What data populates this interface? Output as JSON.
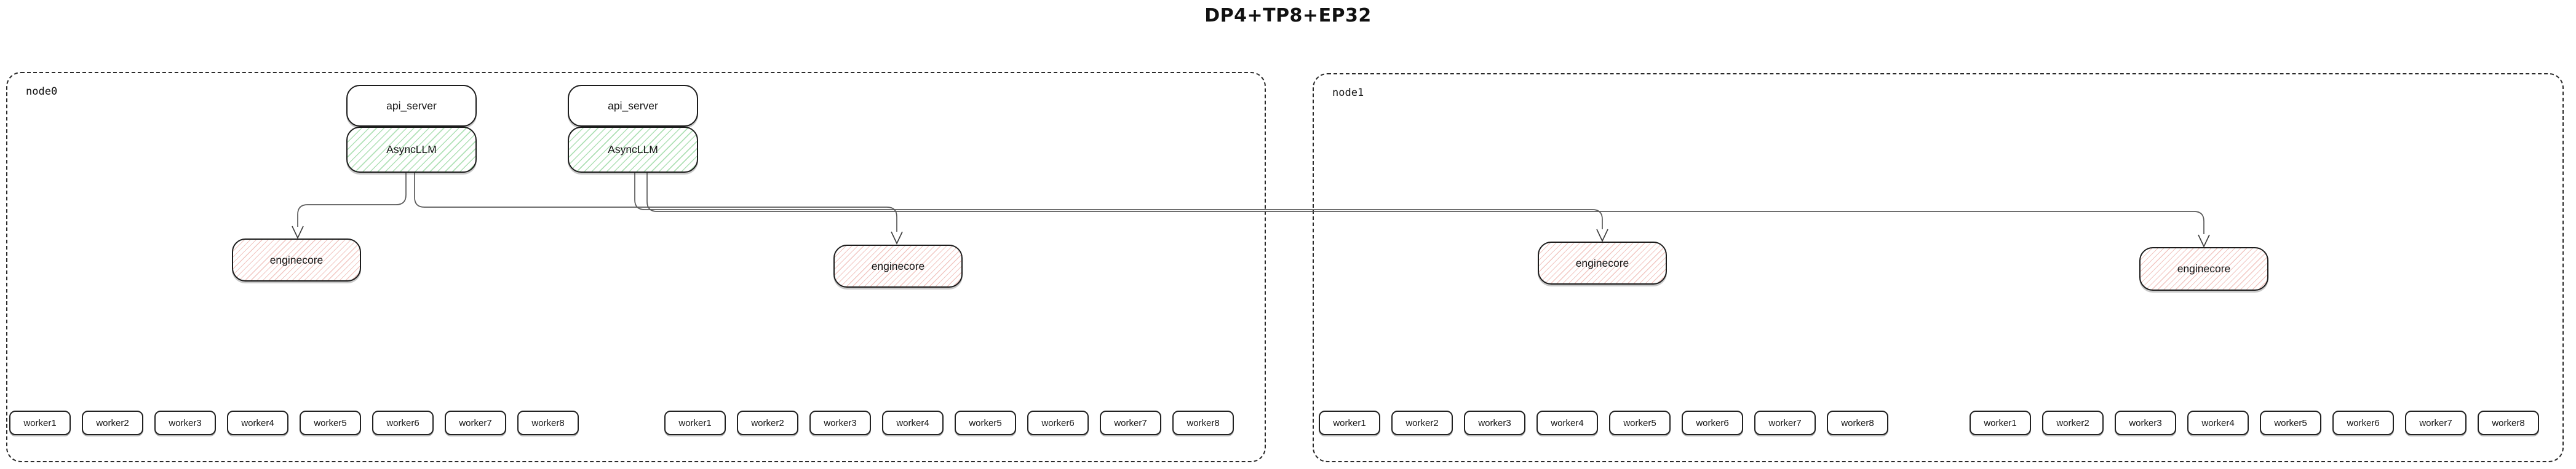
{
  "title": "DP4+TP8+EP32",
  "nodes": {
    "node0": {
      "label": "node0"
    },
    "node1": {
      "label": "node1"
    }
  },
  "components": {
    "api_server_1": {
      "label": "api_server"
    },
    "async_llm_1": {
      "label": "AsyncLLM"
    },
    "api_server_2": {
      "label": "api_server"
    },
    "async_llm_2": {
      "label": "AsyncLLM"
    },
    "enginecore_1": {
      "label": "enginecore"
    },
    "enginecore_2": {
      "label": "enginecore"
    },
    "enginecore_3": {
      "label": "enginecore"
    },
    "enginecore_4": {
      "label": "enginecore"
    }
  },
  "edges": [
    {
      "from": "async_llm_1",
      "to": "enginecore_1"
    },
    {
      "from": "async_llm_1",
      "to": "enginecore_2"
    },
    {
      "from": "async_llm_2",
      "to": "enginecore_3"
    },
    {
      "from": "async_llm_2",
      "to": "enginecore_4"
    }
  ],
  "worker_groups": [
    {
      "node": "node0",
      "workers": [
        "worker1",
        "worker2",
        "worker3",
        "worker4",
        "worker5",
        "worker6",
        "worker7",
        "worker8"
      ]
    },
    {
      "node": "node0",
      "workers": [
        "worker1",
        "worker2",
        "worker3",
        "worker4",
        "worker5",
        "worker6",
        "worker7",
        "worker8"
      ]
    },
    {
      "node": "node1",
      "workers": [
        "worker1",
        "worker2",
        "worker3",
        "worker4",
        "worker5",
        "worker6",
        "worker7",
        "worker8"
      ]
    },
    {
      "node": "node1",
      "workers": [
        "worker1",
        "worker2",
        "worker3",
        "worker4",
        "worker5",
        "worker6",
        "worker7",
        "worker8"
      ]
    }
  ],
  "colors": {
    "background": "#ffffff",
    "node_border": "#2a2a2a",
    "box_border": "#1c1c1c",
    "text": "#111111",
    "async_llm_hatch": "#6ec87a",
    "enginecore_hatch": "#e07a6e",
    "edge_line": "#5a5a5a",
    "arrowhead": "#3d3d3d"
  }
}
